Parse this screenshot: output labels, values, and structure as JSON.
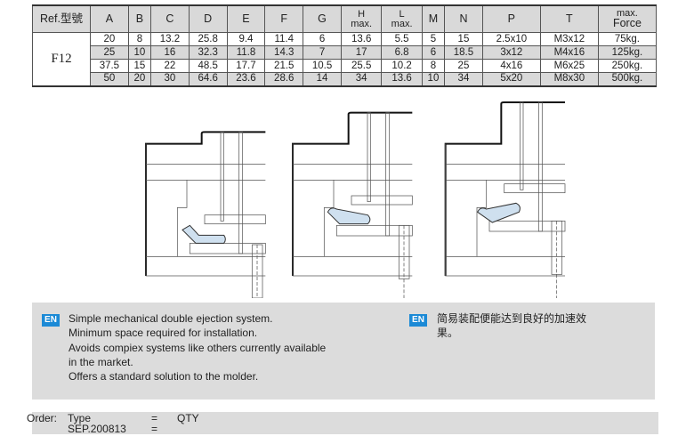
{
  "table": {
    "headers": [
      "Ref.型號",
      "A",
      "B",
      "C",
      "D",
      "E",
      "F",
      "G",
      "H\nmax.",
      "L\nmax.",
      "M",
      "N",
      "P",
      "T",
      "max.\nForce"
    ],
    "header_H": [
      "H",
      "max."
    ],
    "header_L": [
      "L",
      "max."
    ],
    "header_force": [
      "max.",
      "Force"
    ],
    "ref": "F12",
    "rows": [
      [
        "20",
        "8",
        "13.2",
        "25.8",
        "9.4",
        "11.4",
        "6",
        "13.6",
        "5.5",
        "5",
        "15",
        "2.5x10",
        "M3x12",
        "75kg."
      ],
      [
        "25",
        "10",
        "16",
        "32.3",
        "11.8",
        "14.3",
        "7",
        "17",
        "6.8",
        "6",
        "18.5",
        "3x12",
        "M4x16",
        "125kg."
      ],
      [
        "37.5",
        "15",
        "22",
        "48.5",
        "17.7",
        "21.5",
        "10.5",
        "25.5",
        "10.2",
        "8",
        "25",
        "4x16",
        "M6x25",
        "250kg."
      ],
      [
        "50",
        "20",
        "30",
        "64.6",
        "23.6",
        "28.6",
        "14",
        "34",
        "13.6",
        "10",
        "34",
        "5x20",
        "M8x30",
        "500kg."
      ]
    ]
  },
  "info": {
    "badge_left": "EN",
    "badge_right": "EN",
    "en_lines": [
      "Simple mechanical double ejection system.",
      "Minimum space required for installation.",
      "Avoids compiex systems like others currently available",
      "in the market.",
      "Offers a standard solution to the molder."
    ],
    "cn_lines": [
      "简易装配便能达到良好的加速效",
      "果。"
    ]
  },
  "order": {
    "label": "Order:",
    "type_label": "Type",
    "eq1": "=",
    "qty": "QTY",
    "code": "SEP.200813",
    "eq2": "="
  },
  "colors": {
    "badge": "#1c8ad6",
    "panel": "#dcdcdc",
    "header": "#d9d9d9"
  }
}
